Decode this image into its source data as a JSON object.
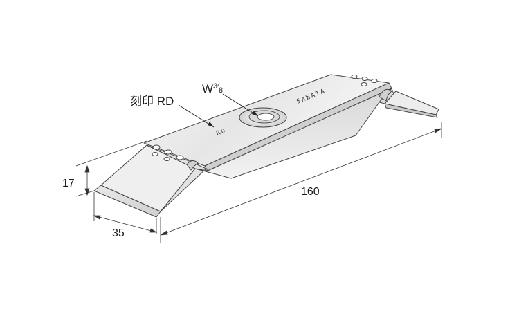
{
  "labels": {
    "engraving_callout": "刻印 RD",
    "bolt_callout": "W3/8",
    "engraved_brand": "SAWATA",
    "engraved_code": "RD"
  },
  "dimensions": {
    "length": "160",
    "width": "35",
    "height": "17"
  }
}
